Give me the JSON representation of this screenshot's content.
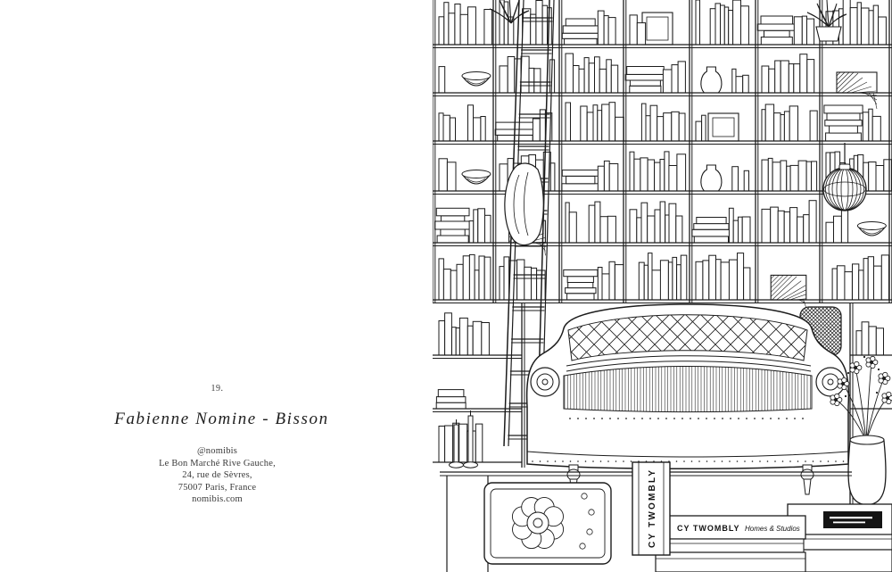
{
  "left_page": {
    "entry_number": "19.",
    "artist_name": "Fabienne Nomine - Bisson",
    "handle": "@nomibis",
    "address_lines": [
      "Le Bon Marché Rive Gauche,",
      "24, rue de Sèvres,",
      "75007 Paris, France"
    ],
    "website": "nomibis.com"
  },
  "illustration": {
    "spine_vertical_title": "CY TWOMBLY",
    "spine_horizontal_title": "CY TWOMBLY",
    "spine_horizontal_subtitle": "Homes & Studios"
  },
  "colors": {
    "ink": "#1c1c1c",
    "paper": "#ffffff"
  }
}
